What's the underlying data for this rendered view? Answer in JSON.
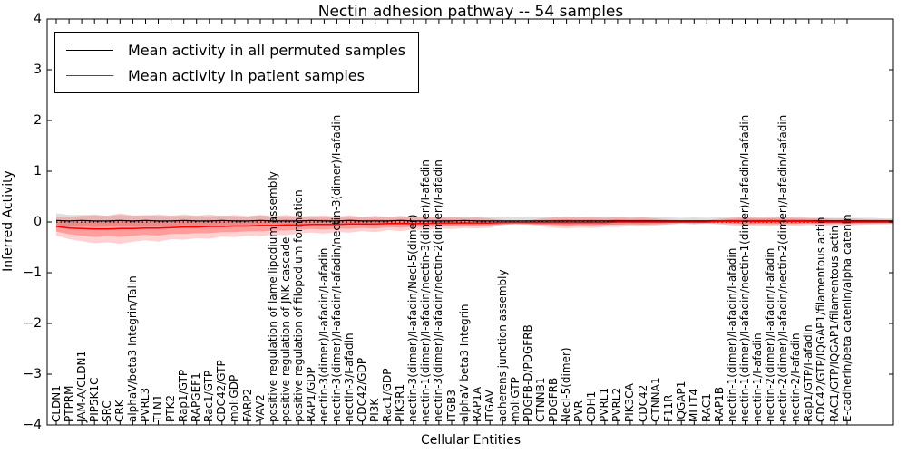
{
  "title": "Nectin adhesion pathway -- 54 samples",
  "axes": {
    "ylabel": "Inferred Activity",
    "xlabel": "Cellular Entities",
    "ytick_labels": [
      "4",
      "3",
      "2",
      "1",
      "0",
      "−1",
      "−2",
      "−3",
      "−4"
    ],
    "ytick_values": [
      4,
      3,
      2,
      1,
      0,
      -1,
      -2,
      -3,
      -4
    ]
  },
  "legend": {
    "entries": [
      {
        "label": "Mean activity in all permuted samples",
        "color": "#000000"
      },
      {
        "label": "Mean activity in patient samples",
        "color": "#ff0000"
      }
    ]
  },
  "colors": {
    "permuted_line": "#000000",
    "patient_line": "#ff0000",
    "permuted_band": "#000000",
    "patient_band": "#ff0000",
    "frame": "#000000"
  },
  "chart_data": {
    "type": "line",
    "title": "Nectin adhesion pathway -- 54 samples",
    "xlabel": "Cellular Entities",
    "ylabel": "Inferred Activity",
    "ylim": [
      -4,
      4
    ],
    "grid": false,
    "legend_position": "upper left",
    "categories": [
      "CLDN1",
      "PTPRM",
      "JAM-A/CLDN1",
      "PIP5K1C",
      "SRC",
      "CRK",
      "alphaV/beta3 Integrin/Talin",
      "PVRL3",
      "TLN1",
      "PTK2",
      "Rap1/GTP",
      "RAPGEF1",
      "Rac1/GTP",
      "CDC42/GTP",
      "mol:GDP",
      "FARP2",
      "VAV2",
      "positive regulation of lamellipodium assembly",
      "positive regulation of JNK cascade",
      "positive regulation of filopodium formation",
      "RAP1/GDP",
      "nectin-3(dimer)/I-afadin/I-afadin",
      "nectin-3(dimer)/I-afadin/I-afadin/nectin-3(dimer)/I-afadin",
      "nectin-3/I-afadin",
      "CDC42/GDP",
      "PI3K",
      "Rac1/GDP",
      "PIK3R1",
      "nectin-3(dimer)/I-afadin/Necl-5(dimer)",
      "nectin-1(dimer)/I-afadin/nectin-3(dimer)/I-afadin",
      "nectin-3(dimer)/I-afadin/nectin-2(dimer)/I-afadin",
      "ITGB3",
      "alphaV beta3 Integrin",
      "RAP1A",
      "ITGAV",
      "adherens junction assembly",
      "mol:GTP",
      "PDGFB-D/PDGFRB",
      "CTNNB1",
      "PDGFRB",
      "Necl-5(dimer)",
      "PVR",
      "CDH1",
      "PVRL1",
      "PVRL2",
      "PIK3CA",
      "CDC42",
      "CTNNA1",
      "F11R",
      "IQGAP1",
      "MLLT4",
      "RAC1",
      "RAP1B",
      "nectin-1(dimer)/I-afadin/I-afadin",
      "nectin-1(dimer)/I-afadin/nectin-1(dimer)/I-afadin/I-afadin",
      "nectin-1/I-afadin",
      "nectin-2(dimer)/I-afadin/I-afadin",
      "nectin-2(dimer)/I-afadin/nectin-2(dimer)/I-afadin/I-afadin",
      "nectin-2/I-afadin",
      "Rap1/GTP/I-afadin",
      "CDC42/GTP/IQGAP1/filamentous actin",
      "RAC1/GTP/IQGAP1/filamentous actin",
      "E-cadherin/beta catenin/alpha catenin"
    ],
    "series": [
      {
        "name": "Mean activity in all permuted samples",
        "color": "#000000",
        "style": "solid",
        "values": [
          0.03,
          0.02,
          0.03,
          0.02,
          0.02,
          0.03,
          0.02,
          0.03,
          0.02,
          0.02,
          0.03,
          0.02,
          0.02,
          0.03,
          0.02,
          0.02,
          0.03,
          0.02,
          0.02,
          0.02,
          0.03,
          0.02,
          0.02,
          0.03,
          0.02,
          0.02,
          0.02,
          0.03,
          0.02,
          0.02,
          0.02,
          0.02,
          0.03,
          0.02,
          0.02,
          0.02,
          0.02,
          0.02,
          0.02,
          0.02,
          0.02,
          0.02,
          0.02,
          0.02,
          0.02,
          0.02,
          0.02,
          0.02,
          0.02,
          0.02,
          0.02,
          0.02,
          0.02,
          0.02,
          0.02,
          0.02,
          0.02,
          0.02,
          0.02,
          0.02,
          0.02,
          0.02,
          0.02,
          0.02,
          0.02,
          0.02,
          0.02
        ]
      },
      {
        "name": "zero reference (dotted)",
        "color": "#000000",
        "style": "dotted",
        "values": [
          0,
          0,
          0,
          0,
          0,
          0,
          0,
          0,
          0,
          0,
          0,
          0,
          0,
          0,
          0,
          0,
          0,
          0,
          0,
          0,
          0,
          0,
          0,
          0,
          0,
          0,
          0,
          0,
          0,
          0,
          0,
          0,
          0,
          0,
          0,
          0,
          0,
          0,
          0,
          0,
          0,
          0,
          0,
          0,
          0,
          0,
          0,
          0,
          0,
          0,
          0,
          0,
          0,
          0,
          0,
          0,
          0,
          0,
          0,
          0,
          0,
          0,
          0,
          0,
          0,
          0,
          0
        ]
      },
      {
        "name": "Mean activity in patient samples",
        "color": "#ff0000",
        "style": "solid",
        "values": [
          -0.09,
          -0.12,
          -0.13,
          -0.14,
          -0.14,
          -0.13,
          -0.13,
          -0.12,
          -0.12,
          -0.11,
          -0.1,
          -0.1,
          -0.09,
          -0.09,
          -0.08,
          -0.08,
          -0.07,
          -0.07,
          -0.06,
          -0.06,
          -0.05,
          -0.05,
          -0.05,
          -0.04,
          -0.04,
          -0.04,
          -0.03,
          -0.03,
          -0.03,
          -0.03,
          -0.02,
          -0.02,
          -0.02,
          -0.02,
          -0.02,
          -0.01,
          -0.01,
          -0.01,
          -0.01,
          -0.01,
          -0.01,
          -0.01,
          -0.01,
          -0.01,
          0,
          0,
          0,
          0,
          0,
          0,
          0,
          0,
          0.01,
          0.01,
          0.01,
          0.01,
          0.01,
          0.01,
          0.01,
          0.01,
          0,
          0,
          0,
          0,
          0,
          0,
          0
        ]
      }
    ],
    "bands": [
      {
        "name": "permuted samples range",
        "color": "#000000",
        "opacity": 0.13,
        "center_series": 0,
        "halfwidths": [
          0.14,
          0.12,
          0.11,
          0.12,
          0.1,
          0.11,
          0.1,
          0.11,
          0.1,
          0.1,
          0.09,
          0.1,
          0.09,
          0.1,
          0.09,
          0.09,
          0.1,
          0.09,
          0.09,
          0.08,
          0.09,
          0.08,
          0.09,
          0.08,
          0.08,
          0.09,
          0.08,
          0.08,
          0.09,
          0.08,
          0.08,
          0.08,
          0.08,
          0.08,
          0.07,
          0.08,
          0.07,
          0.08,
          0.07,
          0.07,
          0.08,
          0.07,
          0.07,
          0.08,
          0.07,
          0.07,
          0.07,
          0.07,
          0.07,
          0.06,
          0.07,
          0.06,
          0.07,
          0.06,
          0.07,
          0.06,
          0.06,
          0.07,
          0.06,
          0.06,
          0.06,
          0.06,
          0.06,
          0.06,
          0.06,
          0.05,
          0.05
        ]
      },
      {
        "name": "patient samples range",
        "color": "#ff0000",
        "opacity": 0.18,
        "center_series": 2,
        "halfwidths": [
          0.18,
          0.22,
          0.25,
          0.28,
          0.26,
          0.3,
          0.26,
          0.24,
          0.27,
          0.23,
          0.25,
          0.22,
          0.24,
          0.2,
          0.22,
          0.19,
          0.21,
          0.18,
          0.2,
          0.17,
          0.16,
          0.18,
          0.15,
          0.17,
          0.14,
          0.16,
          0.13,
          0.15,
          0.12,
          0.13,
          0.11,
          0.12,
          0.1,
          0.11,
          0.09,
          0.05,
          0.03,
          0.04,
          0.08,
          0.1,
          0.12,
          0.1,
          0.11,
          0.09,
          0.1,
          0.08,
          0.09,
          0.07,
          0.05,
          0.03,
          0.04,
          0.03,
          0.05,
          0.08,
          0.1,
          0.09,
          0.1,
          0.08,
          0.09,
          0.07,
          0.08,
          0.06,
          0.07,
          0.06,
          0.05,
          0.05,
          0.04
        ]
      }
    ]
  }
}
